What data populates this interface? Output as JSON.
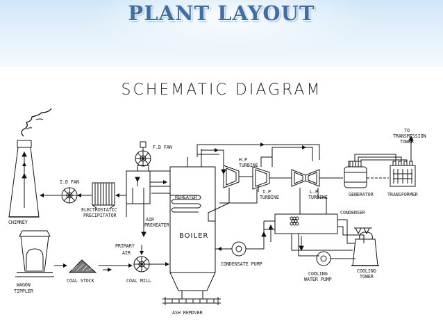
{
  "header": {
    "title": "PLANT LAYOUT"
  },
  "diagram": {
    "subtitle": "SCHEMATIC DIAGRAM",
    "labels": {
      "chimney": "CHIMNEY",
      "id_fan": "I.D FAN",
      "electrostatic_precipitator_line1": "ELECTROSTATIC",
      "electrostatic_precipitator_line2": "PRECIPITATOR",
      "fd_fan": "F.D FAN",
      "reheater": "REHEATER",
      "air_preheater_line1": "AIR",
      "air_preheater_line2": "PREHEATER",
      "boiler": "BOILER",
      "primary_air_line1": "PRIMARY",
      "primary_air_line2": "AIR",
      "hp_turbine_line1": "H.P",
      "hp_turbine_line2": "TURBINE",
      "ip_turbine_line1": "I.P",
      "ip_turbine_line2": "TURBINE",
      "lp_turbine_line1": "L.P",
      "lp_turbine_line2": "TURBINE",
      "generator": "GENERATOR",
      "transformer": "TRANSFORMER",
      "to_transmission_line1": "TO",
      "to_transmission_line2": "TRANSMISSION",
      "to_transmission_line3": "TOWER",
      "condenser": "CONDENSER",
      "condensate_pump": "CONDENSATE PUMP",
      "cooling_water_pump_line1": "COOLING",
      "cooling_water_pump_line2": "WATER PUMP",
      "cooling_tower_line1": "COOLING",
      "cooling_tower_line2": "TOWER",
      "wagon_tippler_line1": "WAGON",
      "wagon_tippler_line2": "TIPPLER",
      "coal_stock": "COAL STOCK",
      "coal_mill": "COAL MILL",
      "ash_remover": "ASH REMOVER"
    }
  },
  "colors": {
    "title": "#3c6ea8",
    "line": "#111111",
    "header_bg": "#d8ebf8"
  }
}
